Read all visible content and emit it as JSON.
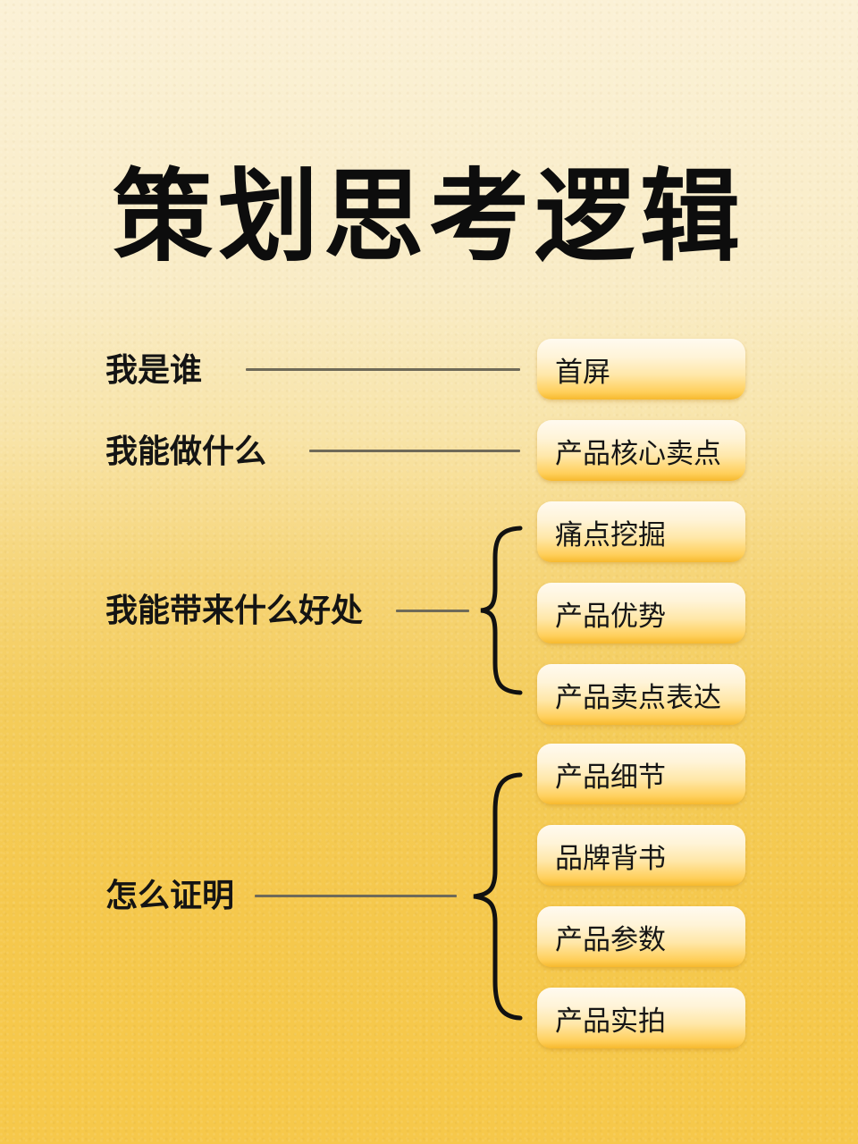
{
  "title": "策划思考逻辑",
  "colors": {
    "background_top": "#fbf1d6",
    "background_bottom": "#f6c84a",
    "pill_top": "#fffaf0",
    "pill_bottom": "#f7b92e",
    "connector": "#6f6a58",
    "text": "#141414"
  },
  "groups": [
    {
      "question": "我是谁",
      "items": [
        "首屏"
      ]
    },
    {
      "question": "我能做什么",
      "items": [
        "产品核心卖点"
      ]
    },
    {
      "question": "我能带来什么好处",
      "items": [
        "痛点挖掘",
        "产品优势",
        "产品卖点表达"
      ]
    },
    {
      "question": "怎么证明",
      "items": [
        "产品细节",
        "品牌背书",
        "产品参数",
        "产品实拍"
      ]
    }
  ]
}
